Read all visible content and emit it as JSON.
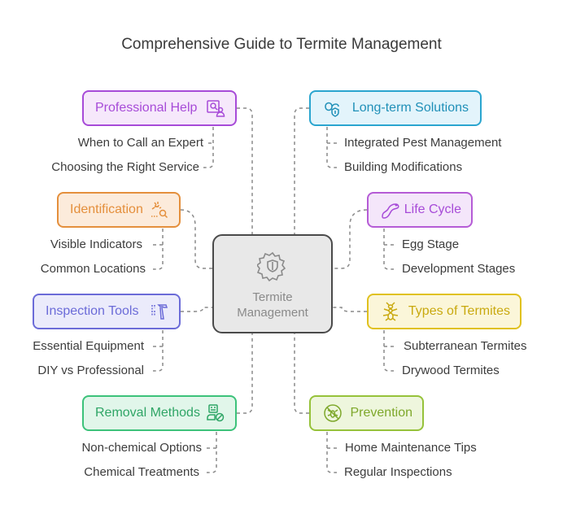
{
  "title": "Comprehensive Guide to Termite Management",
  "center": {
    "label_line1": "Termite",
    "label_line2": "Management",
    "icon": "gear-shield-icon"
  },
  "colors": {
    "purple": "#a74bd8",
    "purple_bg": "#f6e8fb",
    "blue": "#2aa5cf",
    "blue_bg": "#e3f4fb",
    "orange": "#e48f3c",
    "orange_bg": "#fcebdb",
    "magenta": "#b55bd6",
    "magenta_bg": "#f4e6fa",
    "indigo": "#6b6bd8",
    "indigo_bg": "#ebebfb",
    "yellow": "#e0c11e",
    "yellow_bg": "#fbf6d9",
    "green": "#3cc27a",
    "green_bg": "#e1f6ea",
    "lime": "#96c23a",
    "lime_bg": "#eef6dd"
  },
  "branches": {
    "professional_help": {
      "label": "Professional Help",
      "icon": "search-person-icon",
      "items": [
        "When to Call an Expert",
        "Choosing the Right Service"
      ]
    },
    "identification": {
      "label": "Identification",
      "icon": "bug-magnifier-icon",
      "items": [
        "Visible Indicators",
        "Common Locations"
      ]
    },
    "inspection_tools": {
      "label": "Inspection Tools",
      "icon": "hammer-tools-icon",
      "items": [
        "Essential Equipment",
        "DIY vs Professional"
      ]
    },
    "removal_methods": {
      "label": "Removal Methods",
      "icon": "spray-no-icon",
      "items": [
        "Non-chemical Options",
        "Chemical Treatments"
      ]
    },
    "long_term_solutions": {
      "label": "Long-term Solutions",
      "icon": "shield-loop-icon",
      "items": [
        "Integrated Pest Management",
        "Building Modifications"
      ]
    },
    "life_cycle": {
      "label": "Life Cycle",
      "icon": "worm-icon",
      "items": [
        "Egg Stage",
        "Development Stages"
      ]
    },
    "types_of_termites": {
      "label": "Types of Termites",
      "icon": "ant-icon",
      "items": [
        "Subterranean Termites",
        "Drywood Termites"
      ]
    },
    "prevention": {
      "label": "Prevention",
      "icon": "no-bug-icon",
      "items": [
        "Home Maintenance Tips",
        "Regular Inspections"
      ]
    }
  }
}
